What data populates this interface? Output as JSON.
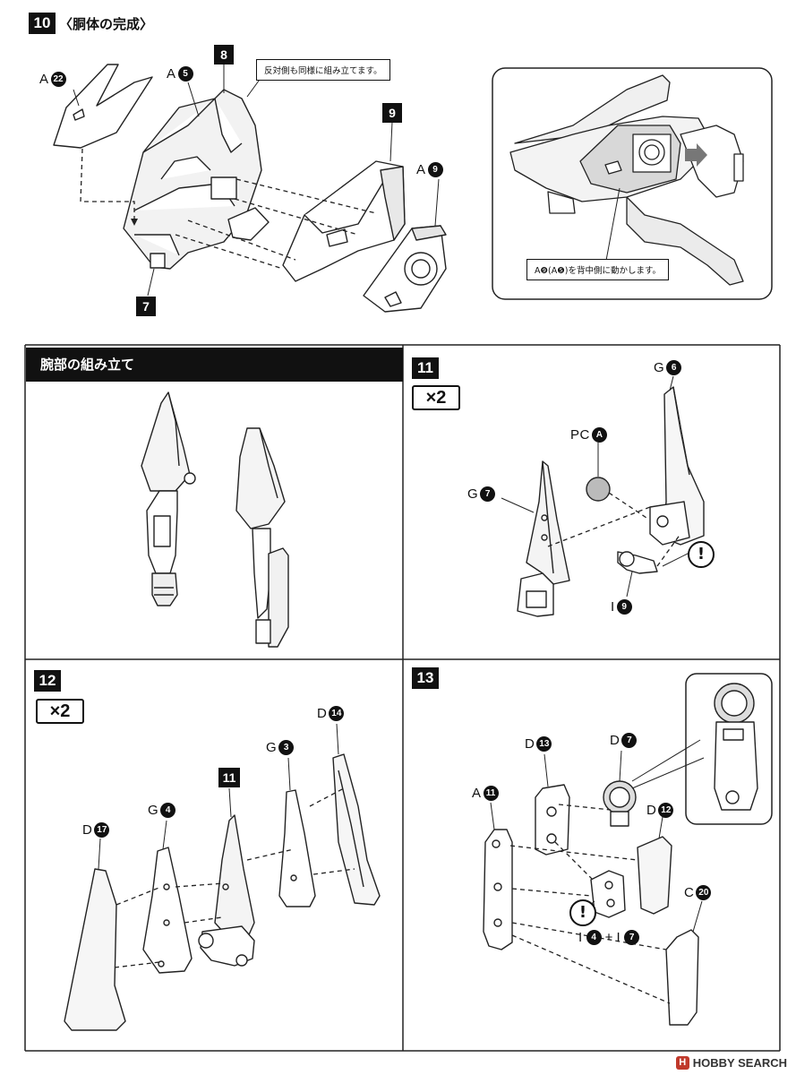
{
  "step10": {
    "number": "10",
    "title": "〈胴体の完成〉",
    "note": "反対側も同様に組み立てます。",
    "inset_note": "A❾(A❺)を背中側に動かします。",
    "parts": {
      "a22": {
        "letter": "A",
        "num": "22"
      },
      "a5": {
        "letter": "A",
        "num": "5"
      },
      "a9": {
        "letter": "A",
        "num": "9"
      },
      "ref8": "8",
      "ref9": "9",
      "ref7": "7"
    }
  },
  "arm_section": {
    "title": "腕部の組み立て"
  },
  "step11": {
    "number": "11",
    "multiplier": "×2",
    "parts": {
      "g6": {
        "letter": "G",
        "num": "6"
      },
      "pca": {
        "letter": "PC",
        "num": "A"
      },
      "g7": {
        "letter": "G",
        "num": "7"
      },
      "i9": {
        "letter": "I",
        "num": "9"
      }
    },
    "caution": "!"
  },
  "step12": {
    "number": "12",
    "multiplier": "×2",
    "parts": {
      "d14": {
        "letter": "D",
        "num": "14"
      },
      "g3": {
        "letter": "G",
        "num": "3"
      },
      "ref11": "11",
      "g4": {
        "letter": "G",
        "num": "4"
      },
      "d17": {
        "letter": "D",
        "num": "17"
      }
    }
  },
  "step13": {
    "number": "13",
    "parts": {
      "d13": {
        "letter": "D",
        "num": "13"
      },
      "d7": {
        "letter": "D",
        "num": "7"
      },
      "a11": {
        "letter": "A",
        "num": "11"
      },
      "d12": {
        "letter": "D",
        "num": "12"
      },
      "c20": {
        "letter": "C",
        "num": "20"
      },
      "i4": {
        "letter": "I",
        "num": "4"
      },
      "plus": "+",
      "i7": {
        "letter": "I",
        "num": "7"
      }
    },
    "caution": "!"
  },
  "footer": {
    "mark": "H",
    "brand": "HOBBY SEARCH"
  }
}
